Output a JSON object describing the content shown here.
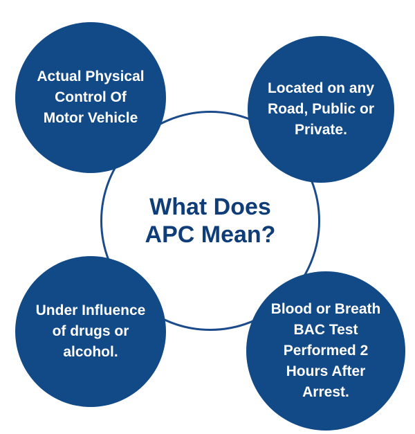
{
  "colors": {
    "node_fill": "#124a87",
    "ring_stroke": "#1b4b8a",
    "center_text": "#0f3d78",
    "node_text": "#ffffff"
  },
  "center": {
    "text": "What Does\nAPC Mean?"
  },
  "nodes": {
    "top_left": "Actual Physical\nControl Of\nMotor Vehicle",
    "top_right": "Located on any\nRoad, Public or\nPrivate.",
    "bottom_left": "Under Influence\nof drugs or\nalcohol.",
    "bottom_right": "Blood or Breath\nBAC Test\nPerformed 2\nHours After\nArrest."
  }
}
